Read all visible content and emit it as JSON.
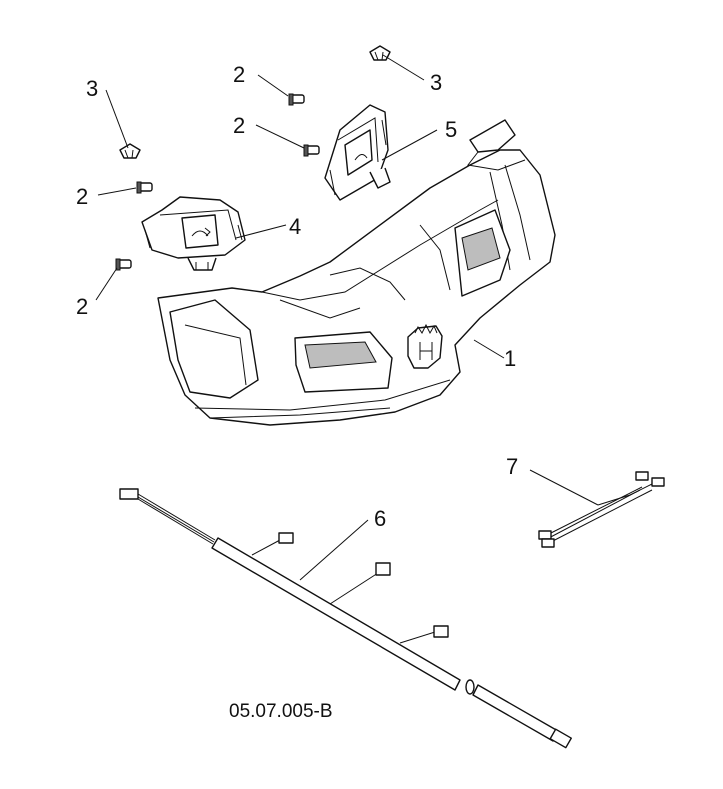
{
  "diagram": {
    "drawing_code": "05.07.005-B",
    "callouts": [
      {
        "id": "c1",
        "label": "1"
      },
      {
        "id": "c2a",
        "label": "2"
      },
      {
        "id": "c2b",
        "label": "2"
      },
      {
        "id": "c2c",
        "label": "2"
      },
      {
        "id": "c2d",
        "label": "2"
      },
      {
        "id": "c3a",
        "label": "3"
      },
      {
        "id": "c3b",
        "label": "3"
      },
      {
        "id": "c4",
        "label": "4"
      },
      {
        "id": "c5",
        "label": "5"
      },
      {
        "id": "c6",
        "label": "6"
      },
      {
        "id": "c7",
        "label": "7"
      }
    ]
  }
}
